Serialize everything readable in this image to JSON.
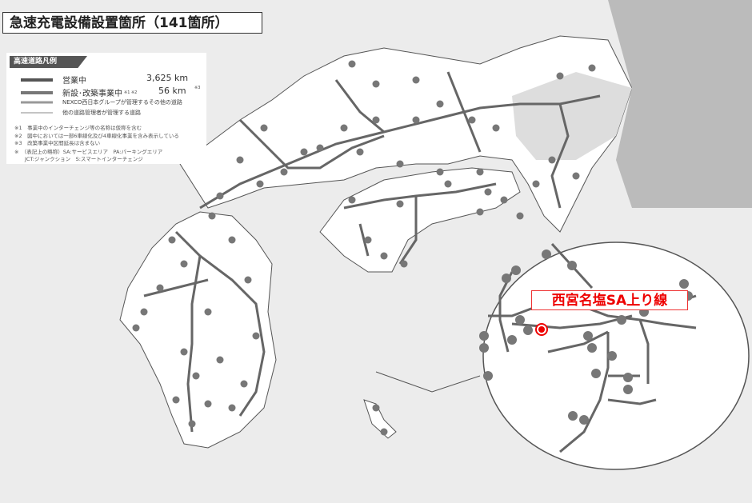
{
  "title": "急速充電設備設置箇所（141箇所）",
  "legend": {
    "heading": "高速道路凡例",
    "items": [
      {
        "label": "営業中",
        "value": "3,625 km"
      },
      {
        "label": "新設･改築事業中",
        "sup": "※1 ※2",
        "value": "56 km",
        "value_sup": "※3"
      },
      {
        "label": "NEXCO西日本グループが管理するその他の道路"
      },
      {
        "label": "他の道路管理者が管理する道路"
      }
    ],
    "notes": [
      "※1　事業中のインターチェンジ等の名称は仮称を含む",
      "※2　図中においては一部6車線化及び4車線化事業を含み表示している",
      "※3　改築事業中区間延長は含まない",
      "※　（表記上の略称）SA:サービスエリア　PA:パーキングエリア",
      "　　JCT:ジャンクション　S:スマートインターチェンジ"
    ]
  },
  "callout": {
    "label": "西宮名塩SA上り線",
    "color": "#e00000"
  },
  "colors": {
    "road": "#666666",
    "charger_dot": "#777777",
    "highlight": "#e00000"
  }
}
